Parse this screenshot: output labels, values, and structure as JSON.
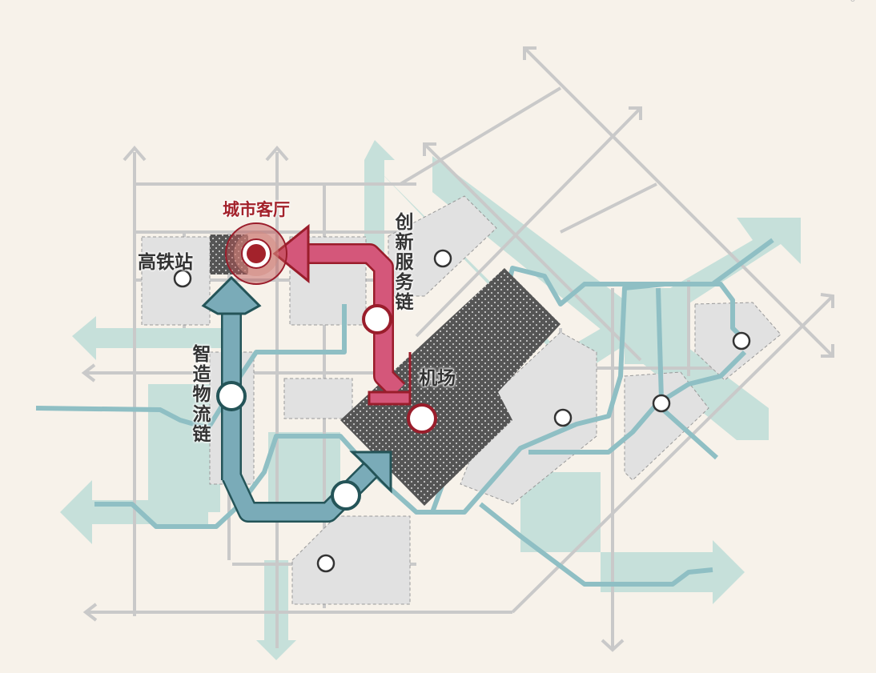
{
  "labels": {
    "city_hall": "城市客厅",
    "high_speed_rail_station": "高铁站",
    "innovation_service_chain": "创新服务链",
    "airport": "机场",
    "smart_logistics_chain": "智造物流链"
  },
  "corner_mark": "o",
  "colors": {
    "background": "#f7f2ea",
    "road": "#c8c8c8",
    "green_band": "#c6e0da",
    "transit_line": "#8fbfc4",
    "logistics_arrow": "#7aabb8",
    "logistics_outline": "#245458",
    "service_arrow": "#d4577a",
    "service_outline": "#9a1d2b",
    "airport_zone": "#555555"
  }
}
